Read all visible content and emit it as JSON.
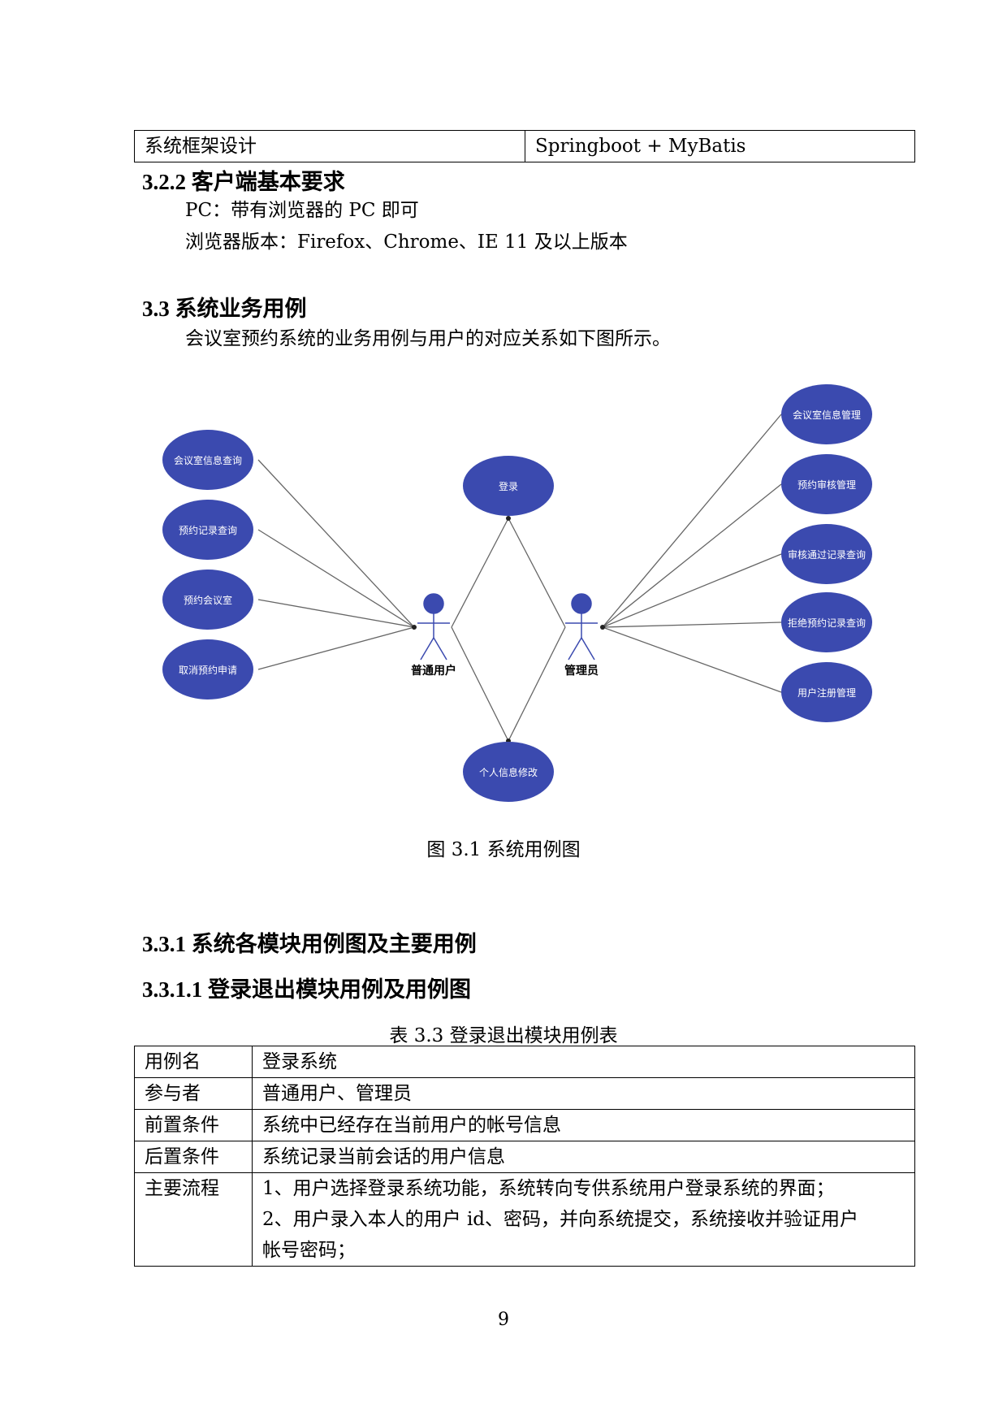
{
  "top_table": {
    "left": "系统框架设计",
    "right": "Springboot + MyBatis"
  },
  "sec_322": {
    "heading": "3.2.2 客户端基本要求",
    "lines": [
      "PC：带有浏览器的 PC 即可",
      "浏览器版本：Firefox、Chrome、IE 11 及以上版本"
    ]
  },
  "sec_33": {
    "heading": "3.3 系统业务用例",
    "intro": "会议室预约系统的业务用例与用户的对应关系如下图所示。"
  },
  "diagram": {
    "actors": {
      "user": "普通用户",
      "admin": "管理员"
    },
    "center_cases": {
      "login": "登录",
      "profile": "个人信息修改"
    },
    "user_cases": [
      "会议室信息查询",
      "预约记录查询",
      "预约会议室",
      "取消预约申请"
    ],
    "admin_cases": [
      "会议室信息管理",
      "预约审核管理",
      "审核通过记录查询",
      "拒绝预约记录查询",
      "用户注册管理"
    ],
    "ellipse_color": "#3b4aaf"
  },
  "figure_caption": "图 3.1  系统用例图",
  "sec_331": {
    "heading": "3.3.1 系统各模块用例图及主要用例"
  },
  "sec_3311": {
    "heading": "3.3.1.1 登录退出模块用例及用例图"
  },
  "table_caption": "表 3.3  登录退出模块用例表",
  "usecase_table": {
    "rows": [
      {
        "label": "用例名",
        "value": [
          "登录系统"
        ]
      },
      {
        "label": "参与者",
        "value": [
          "普通用户、管理员"
        ]
      },
      {
        "label": "前置条件",
        "value": [
          "系统中已经存在当前用户的帐号信息"
        ]
      },
      {
        "label": "后置条件",
        "value": [
          "系统记录当前会话的用户信息"
        ]
      },
      {
        "label": "主要流程",
        "value": [
          "1、用户选择登录系统功能，系统转向专供系统用户登录系统的界面；",
          "2、用户录入本人的用户 id、密码，并向系统提交，系统接收并验证用户",
          "帐号密码；"
        ]
      }
    ]
  },
  "page_number": "9"
}
